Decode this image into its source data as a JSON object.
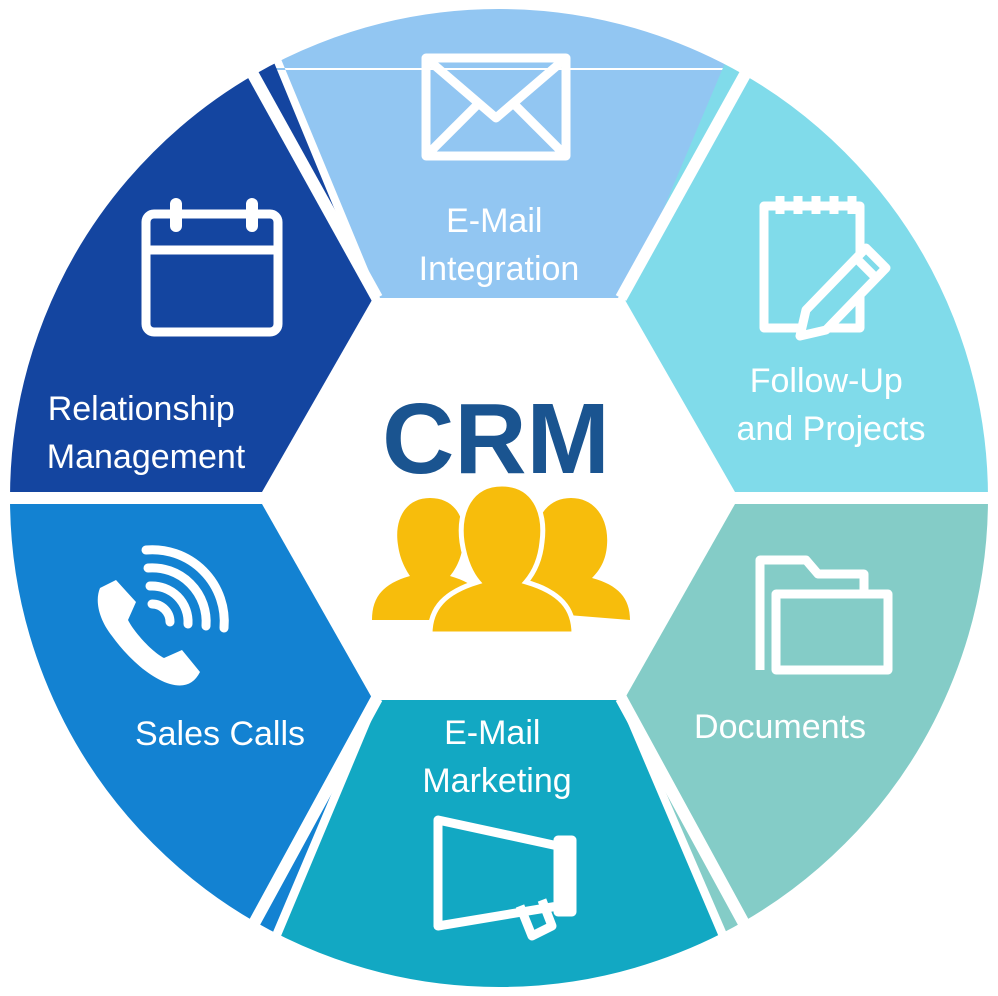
{
  "center": {
    "title": "CRM",
    "icon": "people-group-icon",
    "icon_color": "#f7bd0c",
    "title_color": "#1a5490"
  },
  "segments": [
    {
      "id": "email-integration",
      "lines": [
        "E-Mail",
        "Integration"
      ],
      "icon": "envelope-icon",
      "color": "#92c6f2"
    },
    {
      "id": "follow-up-projects",
      "lines": [
        "Follow-Up",
        "and Projects"
      ],
      "icon": "notepad-pencil-icon",
      "color": "#80dbea"
    },
    {
      "id": "documents",
      "lines": [
        "Documents"
      ],
      "icon": "folder-icon",
      "color": "#84ccc7"
    },
    {
      "id": "email-marketing",
      "lines": [
        "E-Mail",
        "Marketing"
      ],
      "icon": "megaphone-icon",
      "color": "#12a8c3"
    },
    {
      "id": "sales-calls",
      "lines": [
        "Sales Calls"
      ],
      "icon": "phone-icon",
      "color": "#1382d2"
    },
    {
      "id": "relationship-management",
      "lines": [
        "Relationship",
        "Management"
      ],
      "icon": "calendar-icon",
      "color": "#1445a0"
    }
  ]
}
